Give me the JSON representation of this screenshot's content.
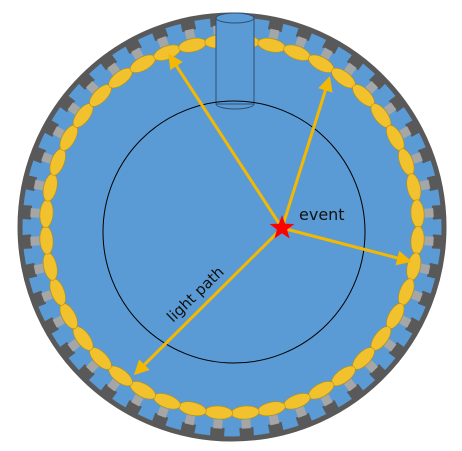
{
  "diagram": {
    "labels": {
      "event": "event",
      "light_path": "light path"
    },
    "colors": {
      "background": "#ffffff",
      "tank_fill": "#5b9bd5",
      "tank_rim": "#595959",
      "pmt_face": "#f2c12e",
      "pmt_face_edge": "#c29100",
      "pmt_base": "#a6a6a6",
      "pmt_cap": "#595959",
      "arrow": "#f5b800",
      "event_star": "#ff0000",
      "inner_circle_stroke": "#000000",
      "chimney_fill": "#5b9bd5",
      "chimney_stroke": "#2f4f6f"
    },
    "pmt_count": 44,
    "arrow_count": 4,
    "components": [
      "tank",
      "chimney",
      "inner-volume",
      "photomultiplier-ring",
      "event-marker",
      "light-paths"
    ]
  }
}
